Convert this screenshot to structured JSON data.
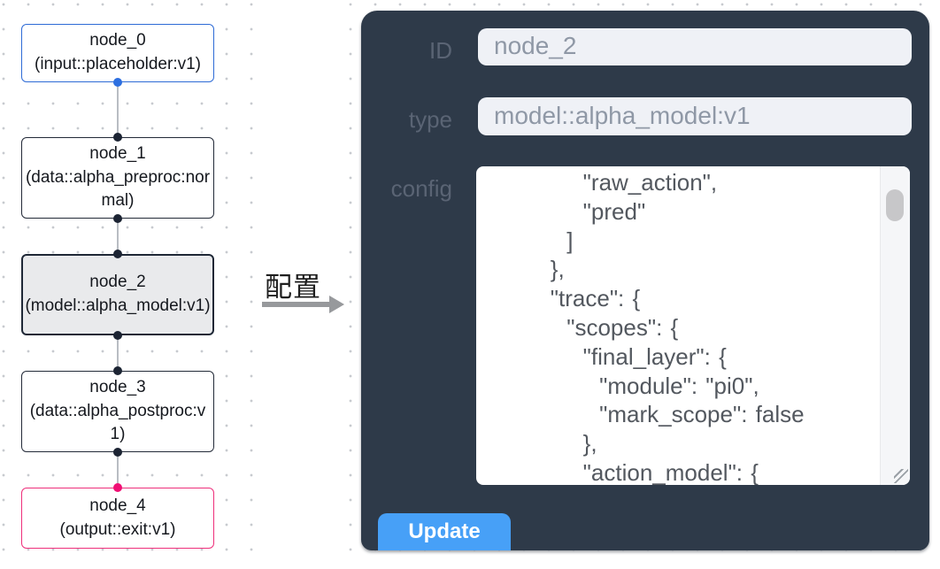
{
  "flow": {
    "nodes": [
      {
        "title": "node_0",
        "subtitle": "(input::placeholder:v1)",
        "kind": "input",
        "selected": false
      },
      {
        "title": "node_1",
        "subtitle": "(data::alpha_preproc:normal)",
        "kind": "data",
        "selected": false
      },
      {
        "title": "node_2",
        "subtitle": "(model::alpha_model:v1)",
        "kind": "model",
        "selected": true
      },
      {
        "title": "node_3",
        "subtitle": "(data::alpha_postproc:v1)",
        "kind": "data",
        "selected": false
      },
      {
        "title": "node_4",
        "subtitle": "(output::exit:v1)",
        "kind": "output",
        "selected": false
      }
    ]
  },
  "annotation": {
    "label": "配置"
  },
  "panel": {
    "fields": [
      {
        "label": "ID",
        "value": "node_2"
      },
      {
        "label": "type",
        "value": "model::alpha_model:v1"
      }
    ],
    "config": {
      "label": "config",
      "text": "            \"raw_action\",\n            \"pred\"\n          ]\n        },\n        \"trace\": {\n          \"scopes\": {\n            \"final_layer\": {\n              \"module\": \"pi0\",\n              \"mark_scope\": false\n            },\n            \"action_model\": {"
    },
    "update_button": "Update"
  },
  "colors": {
    "panel_bg": "#2e3a49",
    "button_blue": "#47a0f7",
    "input_bg": "#eff1f6",
    "label_gray": "#5a6474",
    "node_border_default": "#232a38",
    "node_border_input": "#2e6bd6",
    "node_border_output": "#ee2f7b",
    "node_selected_fill": "#e9eaec",
    "handle_dark": "#1c2433",
    "handle_blue": "#2d6fe0",
    "handle_pink": "#f00f74",
    "edge_gray": "#b9bdc3"
  }
}
